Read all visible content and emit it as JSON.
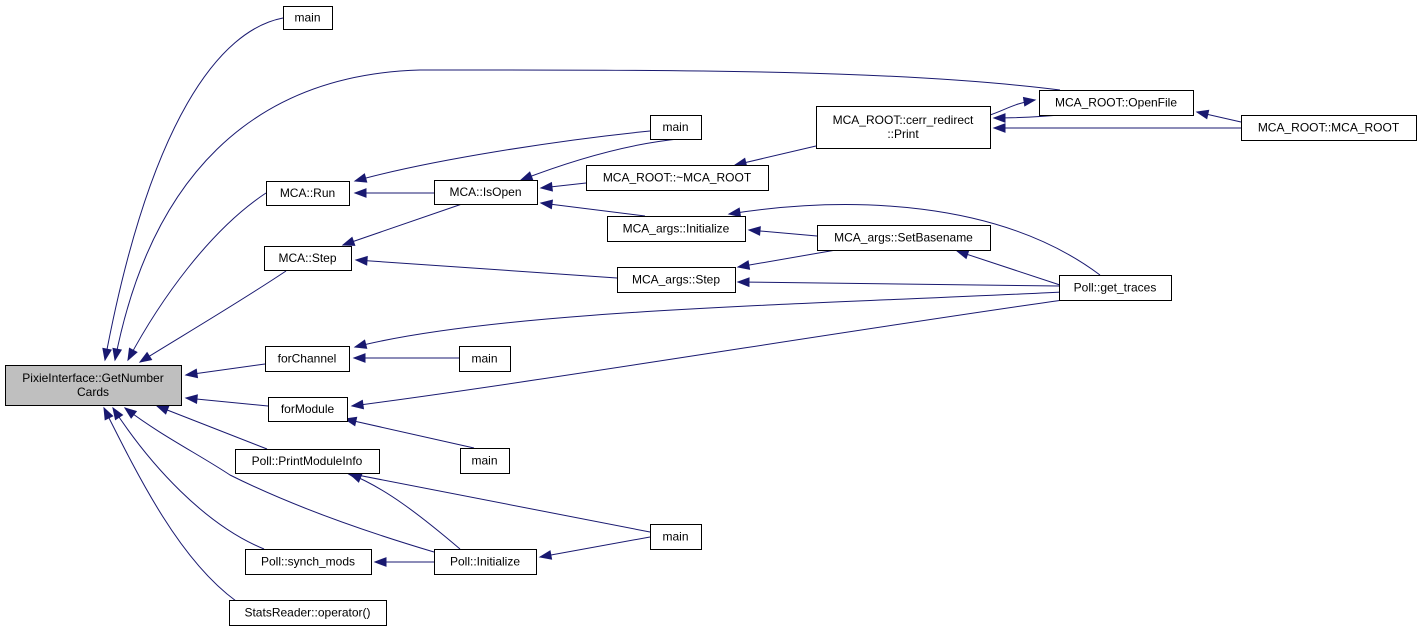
{
  "graph": {
    "nodes": [
      {
        "id": "root",
        "lines": [
          "PixieInterface::GetNumber",
          "Cards"
        ]
      },
      {
        "id": "main_top",
        "lines": [
          "main"
        ]
      },
      {
        "id": "mca_run",
        "lines": [
          "MCA::Run"
        ]
      },
      {
        "id": "mca_step",
        "lines": [
          "MCA::Step"
        ]
      },
      {
        "id": "forchannel",
        "lines": [
          "forChannel"
        ]
      },
      {
        "id": "formodule",
        "lines": [
          "forModule"
        ]
      },
      {
        "id": "poll_print",
        "lines": [
          "Poll::PrintModuleInfo"
        ]
      },
      {
        "id": "poll_synch",
        "lines": [
          "Poll::synch_mods"
        ]
      },
      {
        "id": "stats_op",
        "lines": [
          "StatsReader::operator()"
        ]
      },
      {
        "id": "mca_isopen",
        "lines": [
          "MCA::IsOpen"
        ]
      },
      {
        "id": "main_ch",
        "lines": [
          "main"
        ]
      },
      {
        "id": "main_mod",
        "lines": [
          "main"
        ]
      },
      {
        "id": "poll_init",
        "lines": [
          "Poll::Initialize"
        ]
      },
      {
        "id": "main_isopen",
        "lines": [
          "main"
        ]
      },
      {
        "id": "mca_root_dtor",
        "lines": [
          "MCA_ROOT::~MCA_ROOT"
        ]
      },
      {
        "id": "mca_args_init",
        "lines": [
          "MCA_args::Initialize"
        ]
      },
      {
        "id": "mca_args_step",
        "lines": [
          "MCA_args::Step"
        ]
      },
      {
        "id": "main_poll",
        "lines": [
          "main"
        ]
      },
      {
        "id": "cerr_print",
        "lines": [
          "MCA_ROOT::cerr_redirect",
          "::Print"
        ]
      },
      {
        "id": "set_basename",
        "lines": [
          "MCA_args::SetBasename"
        ]
      },
      {
        "id": "openfile",
        "lines": [
          "MCA_ROOT::OpenFile"
        ]
      },
      {
        "id": "get_traces",
        "lines": [
          "Poll::get_traces"
        ]
      },
      {
        "id": "mca_root_ctor",
        "lines": [
          "MCA_ROOT::MCA_ROOT"
        ]
      }
    ],
    "edges": [
      {
        "from": "main_top",
        "to": "root"
      },
      {
        "from": "openfile",
        "to": "root"
      },
      {
        "from": "mca_run",
        "to": "root"
      },
      {
        "from": "mca_step",
        "to": "root"
      },
      {
        "from": "forchannel",
        "to": "root"
      },
      {
        "from": "formodule",
        "to": "root"
      },
      {
        "from": "poll_print",
        "to": "root"
      },
      {
        "from": "poll_init",
        "to": "root"
      },
      {
        "from": "poll_synch",
        "to": "root"
      },
      {
        "from": "stats_op",
        "to": "root"
      },
      {
        "from": "main_isopen",
        "to": "mca_run"
      },
      {
        "from": "mca_isopen",
        "to": "mca_run"
      },
      {
        "from": "mca_isopen",
        "to": "mca_step"
      },
      {
        "from": "mca_args_step",
        "to": "mca_step"
      },
      {
        "from": "main_ch",
        "to": "forchannel"
      },
      {
        "from": "get_traces",
        "to": "forchannel"
      },
      {
        "from": "main_mod",
        "to": "formodule"
      },
      {
        "from": "get_traces",
        "to": "formodule"
      },
      {
        "from": "main_poll",
        "to": "poll_print"
      },
      {
        "from": "poll_init",
        "to": "poll_print"
      },
      {
        "from": "poll_init",
        "to": "poll_synch"
      },
      {
        "from": "main_poll",
        "to": "poll_init"
      },
      {
        "from": "main_isopen",
        "to": "mca_isopen"
      },
      {
        "from": "mca_root_dtor",
        "to": "mca_isopen"
      },
      {
        "from": "mca_args_init",
        "to": "mca_isopen"
      },
      {
        "from": "cerr_print",
        "to": "mca_root_dtor"
      },
      {
        "from": "set_basename",
        "to": "mca_args_init"
      },
      {
        "from": "get_traces",
        "to": "mca_args_init"
      },
      {
        "from": "set_basename",
        "to": "mca_args_step"
      },
      {
        "from": "get_traces",
        "to": "mca_args_step"
      },
      {
        "from": "openfile",
        "to": "cerr_print"
      },
      {
        "from": "mca_root_ctor",
        "to": "cerr_print"
      },
      {
        "from": "get_traces",
        "to": "set_basename"
      },
      {
        "from": "cerr_print",
        "to": "openfile"
      },
      {
        "from": "mca_root_ctor",
        "to": "openfile"
      }
    ]
  },
  "colors": {
    "edge": "#191970",
    "root_fill": "#bfbfbf",
    "node_fill": "#ffffff",
    "node_border": "#000000"
  }
}
